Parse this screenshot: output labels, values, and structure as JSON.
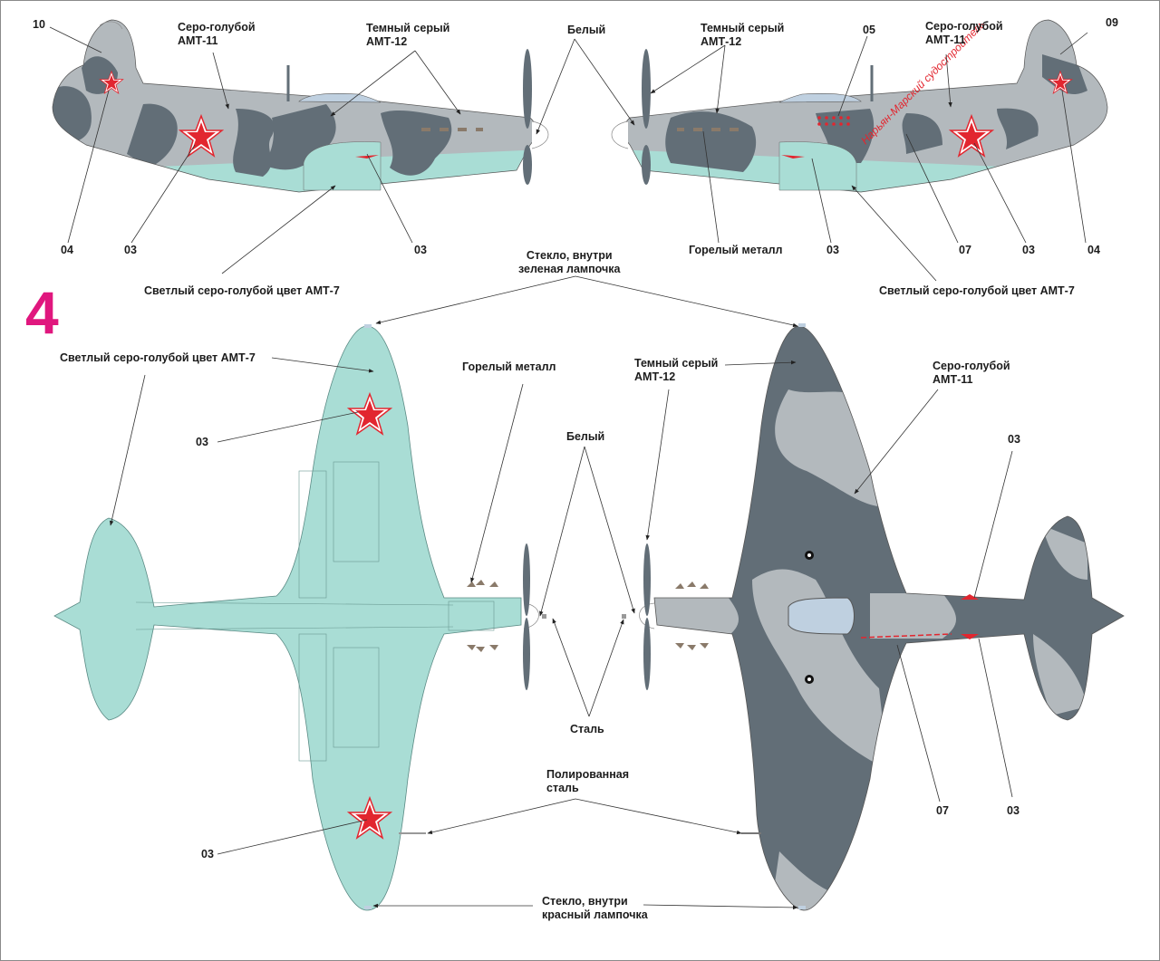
{
  "plate_number": "4",
  "colors": {
    "amt7_light_blue_grey": "#a9ddd5",
    "amt11_blue_grey": "#b3b9bd",
    "amt12_dark_grey": "#626e77",
    "red_star": "#e2262f",
    "canopy_glass": "#bfd0e0",
    "plate_number": "#e0177e",
    "burnt_metal": "#8a7a6a"
  },
  "views": {
    "left_side": {
      "labels": {
        "amt11": "Серо-голубой\nАМТ-11",
        "amt12": "Темный серый\nАМТ-12",
        "amt7": "Светлый серо-голубой цвет АМТ-7"
      },
      "callouts": [
        "10",
        "04",
        "03",
        "03"
      ]
    },
    "right_side": {
      "labels": {
        "amt12": "Темный серый\nАМТ-12",
        "amt11": "Серо-голубой\nАМТ-11",
        "burnt_metal": "Горелый металл",
        "amt7": "Светлый серо-голубой цвет АМТ-7"
      },
      "callouts": [
        "05",
        "09",
        "03",
        "07",
        "03",
        "04"
      ],
      "fuselage_inscription": "Нарьян-Марский судостроитель"
    },
    "center": {
      "white_spinner": "Белый",
      "nav_light_green": "Стекло, внутри\nзеленая лампочка"
    },
    "bottom_view": {
      "labels": {
        "amt7": "Светлый серо-голубой цвет АМТ-7",
        "burnt_metal": "Горелый металл"
      },
      "callouts": [
        "03",
        "03"
      ]
    },
    "top_view": {
      "labels": {
        "amt12": "Темный серый\nАМТ-12",
        "amt11": "Серо-голубой\nАМТ-11"
      },
      "callouts": [
        "03",
        "07",
        "03"
      ]
    },
    "plan_center": {
      "white_spinner": "Белый",
      "steel": "Сталь",
      "polished_steel": "Полированная\nсталь",
      "nav_light_red": "Стекло, внутри\nкрасный лампочка"
    }
  }
}
